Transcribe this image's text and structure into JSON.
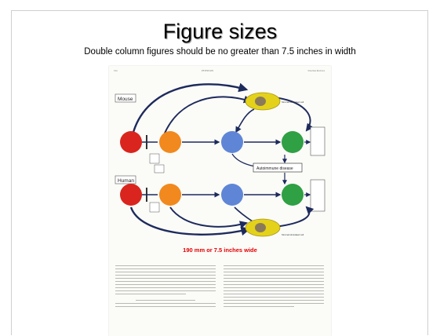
{
  "slide": {
    "title": "Figure sizes",
    "subtitle": "Double column figures should be no greater than 7.5 inches in width"
  },
  "page": {
    "header_left": "194",
    "header_center": "PETERSON",
    "header_right": "Strachan Reviews"
  },
  "figure": {
    "panels": [
      {
        "label": "Mouse"
      },
      {
        "label": "Human"
      }
    ],
    "autoimmune_label": "Autoimmune disease",
    "stromal_cell_label": "Stromal stimulated cell",
    "caption": "190 mm or 7.5 inches wide",
    "colors": {
      "red_cell": "#d9251d",
      "orange_cell": "#f1891e",
      "blue_cell": "#5f86d6",
      "green_cell": "#2fa043",
      "stromal_cell": "#d9c514",
      "caption": "#e10000"
    }
  }
}
